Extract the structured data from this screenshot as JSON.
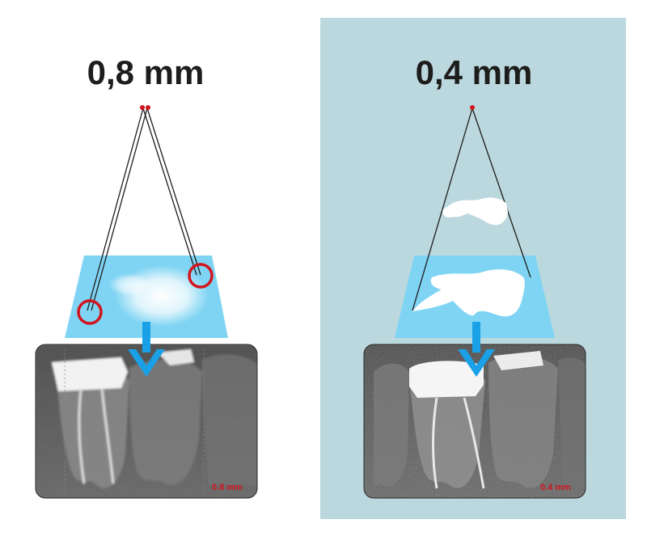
{
  "left_panel": {
    "title": "0,8 mm",
    "xray_label": "0.8 mm"
  },
  "right_panel": {
    "title": "0,4 mm",
    "xray_label": "0.4 mm"
  },
  "colors": {
    "right_background": "#bcd8df",
    "detector_plate": "#7fd4f3",
    "arrow": "#1aa0e6",
    "focal_spot": "#d2141e",
    "blur_circle": "#d2141e",
    "ray_line": "#1d1d1b",
    "label_red": "#d2141e"
  }
}
